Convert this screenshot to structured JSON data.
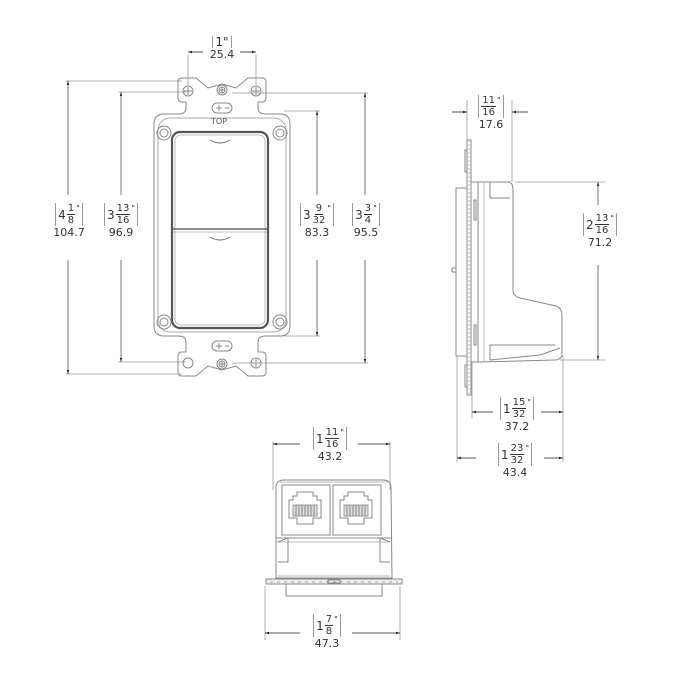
{
  "drawing": {
    "title": "Dual RJ keystone wall plate insert - dimensional drawing",
    "line_color": "#888888",
    "text_color": "#333333",
    "front_view": {
      "top_marker": "TOP",
      "dimensions": {
        "mount_hole_spacing": {
          "whole": "",
          "num": "",
          "den": "",
          "inch_simple": "1\"",
          "mm": "25.4"
        },
        "overall_height": {
          "whole": "4",
          "num": "1",
          "den": "8",
          "mm": "104.7"
        },
        "frame_height": {
          "whole": "3",
          "num": "13",
          "den": "16",
          "mm": "96.9"
        },
        "opening_height": {
          "whole": "3",
          "num": "9",
          "den": "32",
          "mm": "83.3"
        },
        "hole_to_hole_height": {
          "whole": "3",
          "num": "3",
          "den": "4",
          "mm": "95.5"
        }
      }
    },
    "side_view": {
      "dimensions": {
        "flange_depth": {
          "whole": "",
          "num": "11",
          "den": "16",
          "mm": "17.6"
        },
        "body_height": {
          "whole": "2",
          "num": "13",
          "den": "16",
          "mm": "71.2"
        },
        "body_depth": {
          "whole": "1",
          "num": "15",
          "den": "32",
          "mm": "37.2"
        },
        "overall_depth": {
          "whole": "1",
          "num": "23",
          "den": "32",
          "mm": "43.4"
        }
      }
    },
    "bottom_view": {
      "ports": 2,
      "dimensions": {
        "body_width": {
          "whole": "1",
          "num": "11",
          "den": "16",
          "mm": "43.2"
        },
        "flange_width": {
          "whole": "1",
          "num": "7",
          "den": "8",
          "mm": "47.3"
        }
      }
    }
  }
}
